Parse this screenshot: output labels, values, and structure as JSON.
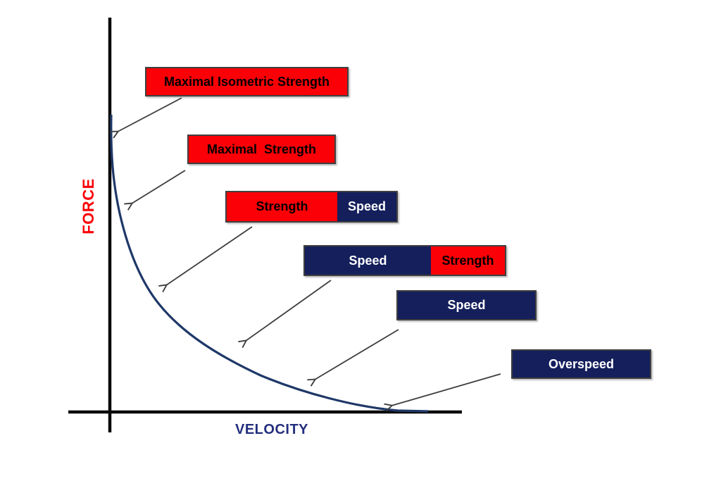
{
  "colors": {
    "background": "#ffffff",
    "red": "#fb0006",
    "navy": "#141f5c",
    "box_border": "#404040",
    "axis": "#0a0a0a",
    "curve": "#1f3868",
    "arrow": "#3d3d3d",
    "force_label": "#fb0006",
    "velocity_label": "#232e7e",
    "red_box_text": "#000000",
    "navy_box_text": "#ffffff"
  },
  "axes": {
    "y_label": "FORCE",
    "x_label": "VELOCITY"
  },
  "labels": [
    {
      "name": "maximal-isometric-strength",
      "segments": [
        {
          "text": "Maximal Isometric Strength",
          "color": "red"
        }
      ]
    },
    {
      "name": "maximal-strength",
      "segments": [
        {
          "text": "Maximal  Strength",
          "color": "red"
        }
      ]
    },
    {
      "name": "strength-speed",
      "segments": [
        {
          "text": "Strength",
          "color": "red"
        },
        {
          "text": "Speed",
          "color": "navy"
        }
      ]
    },
    {
      "name": "speed-strength",
      "segments": [
        {
          "text": "Speed",
          "color": "navy"
        },
        {
          "text": "Strength",
          "color": "red"
        }
      ]
    },
    {
      "name": "speed",
      "segments": [
        {
          "text": "Speed",
          "color": "navy"
        }
      ]
    },
    {
      "name": "overspeed",
      "segments": [
        {
          "text": "Overspeed",
          "color": "navy"
        }
      ]
    }
  ]
}
